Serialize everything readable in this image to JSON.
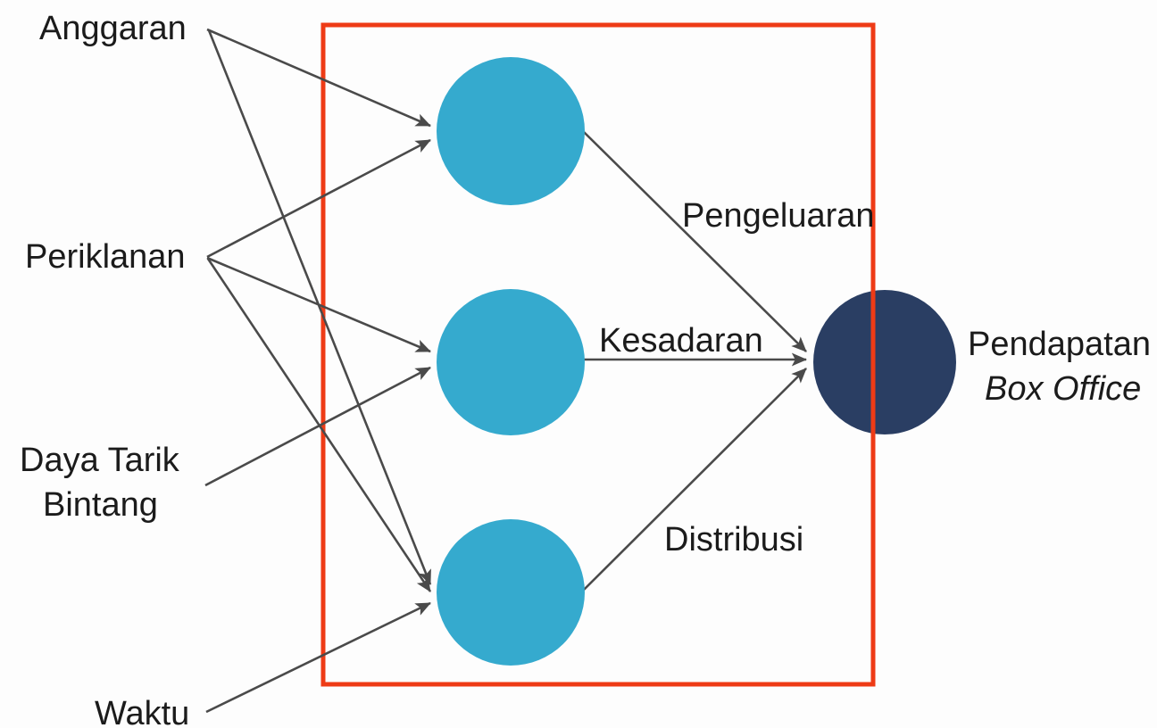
{
  "diagram": {
    "title": "Box Office Revenue Neural Network Diagram",
    "type": "neural-network",
    "colors": {
      "hidden_node": "#35aace",
      "output_node": "#2a3e63",
      "boundary": "#ee3b16",
      "edge": "#4a4a4a",
      "text": "#1b1b1b",
      "background": "#fdfdfd"
    },
    "inputs": [
      {
        "id": "anggaran",
        "label": "Anggaran"
      },
      {
        "id": "periklanan",
        "label": "Periklanan"
      },
      {
        "id": "daya-tarik-bintang",
        "label_line1": "Daya Tarik",
        "label_line2": "Bintang"
      },
      {
        "id": "waktu",
        "label": "Waktu"
      }
    ],
    "hidden_nodes": [
      {
        "id": "hidden-node-1",
        "label": ""
      },
      {
        "id": "hidden-node-2",
        "label": ""
      },
      {
        "id": "hidden-node-3",
        "label": ""
      }
    ],
    "edge_labels": [
      {
        "id": "pengeluaran",
        "label": "Pengeluaran"
      },
      {
        "id": "kesadaran",
        "label": "Kesadaran"
      },
      {
        "id": "distribusi",
        "label": "Distribusi"
      }
    ],
    "output": {
      "id": "pendapatan-box-office",
      "label_line1": "Pendapatan",
      "label_line2": "Box Office"
    }
  }
}
